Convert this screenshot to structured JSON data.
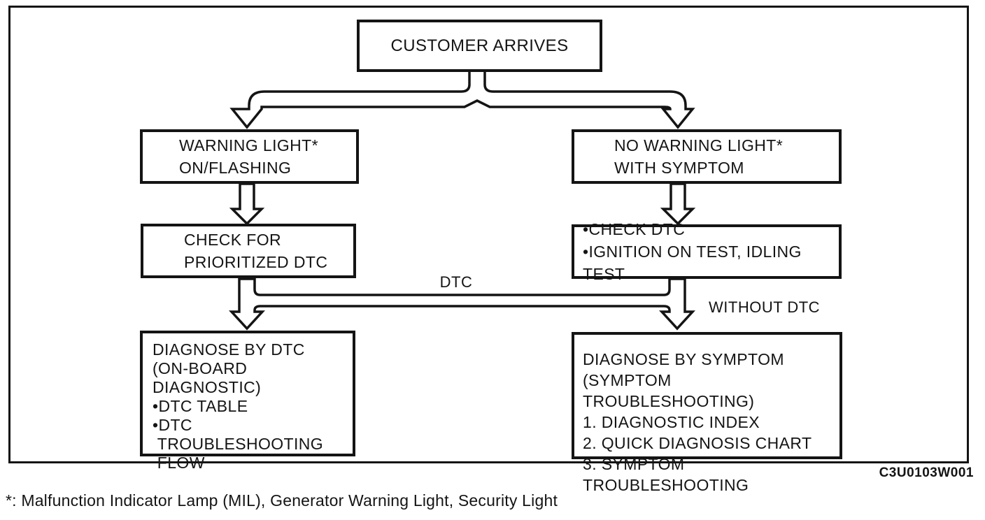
{
  "page": {
    "figure_code": "C3U0103W001",
    "footnote": "*: Malfunction Indicator Lamp (MIL), Generator Warning Light, Security Light"
  },
  "flowchart": {
    "start": "CUSTOMER ARRIVES",
    "warning_light": [
      "WARNING LIGHT*",
      "ON/FLASHING"
    ],
    "no_warning_light": [
      "NO WARNING LIGHT*",
      "WITH SYMPTOM"
    ],
    "check_prioritized": [
      "CHECK FOR",
      "PRIORITIZED DTC"
    ],
    "check_dtc": [
      "•CHECK DTC",
      "•IGNITION ON TEST, IDLING TEST"
    ],
    "diagnose_by_dtc": [
      "DIAGNOSE BY DTC",
      "(ON-BOARD DIAGNOSTIC)",
      "•DTC TABLE",
      "•DTC",
      " TROUBLESHOOTING",
      " FLOW"
    ],
    "diagnose_by_symptom": [
      "DIAGNOSE BY SYMPTOM",
      "(SYMPTOM TROUBLESHOOTING)",
      "1. DIAGNOSTIC INDEX",
      "2. QUICK DIAGNOSIS CHART",
      "3. SYMPTOM TROUBLESHOOTING"
    ],
    "edge_labels": {
      "dtc": "DTC",
      "without_dtc": "WITHOUT DTC"
    },
    "colors": {
      "ink": "#141414",
      "paper": "#ffffff"
    }
  }
}
